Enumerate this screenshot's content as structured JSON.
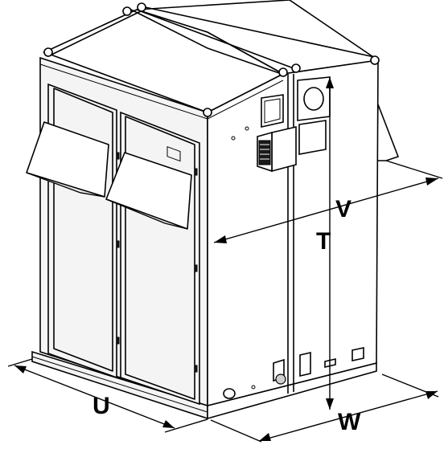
{
  "diagram": {
    "dimension_labels": {
      "u": "U",
      "v": "V",
      "t": "T",
      "w": "W"
    }
  }
}
